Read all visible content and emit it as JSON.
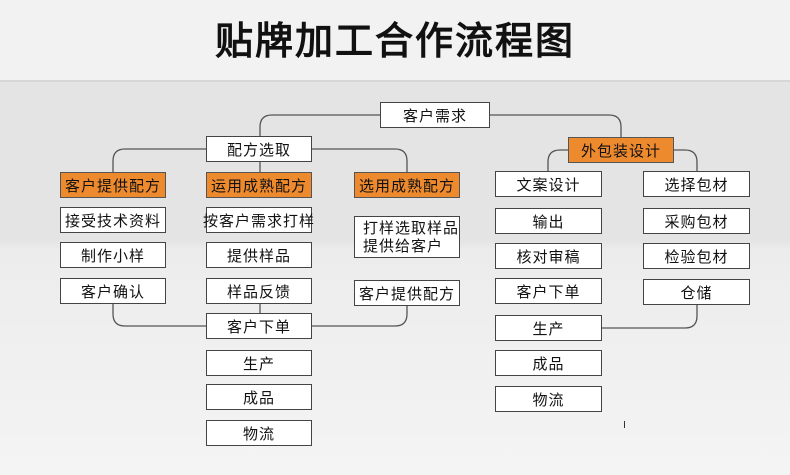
{
  "title": "贴牌加工合作流程图",
  "root": "客户需求",
  "left": {
    "head": "配方选取",
    "col1": [
      "客户提供配方",
      "接受技术资料",
      "制作小样",
      "客户确认"
    ],
    "col2": [
      "运用成熟配方",
      "按客户需求打样",
      "提供样品",
      "样品反馈"
    ],
    "col3": {
      "head": "选用成熟配方",
      "multi": [
        "打样选取样品",
        "提供给客户"
      ],
      "last": "客户提供配方"
    },
    "merge": "客户下单",
    "tail": [
      "生产",
      "成品",
      "物流"
    ]
  },
  "right": {
    "head": "外包装设计",
    "col1": [
      "文案设计",
      "输出",
      "核对审稿",
      "客户下单",
      "生产",
      "成品",
      "物流"
    ],
    "col2": [
      "选择包材",
      "采购包材",
      "检验包材",
      "仓储"
    ]
  },
  "colors": {
    "accent": "#ee8a2e",
    "border": "#444444",
    "box": "#ffffff"
  }
}
